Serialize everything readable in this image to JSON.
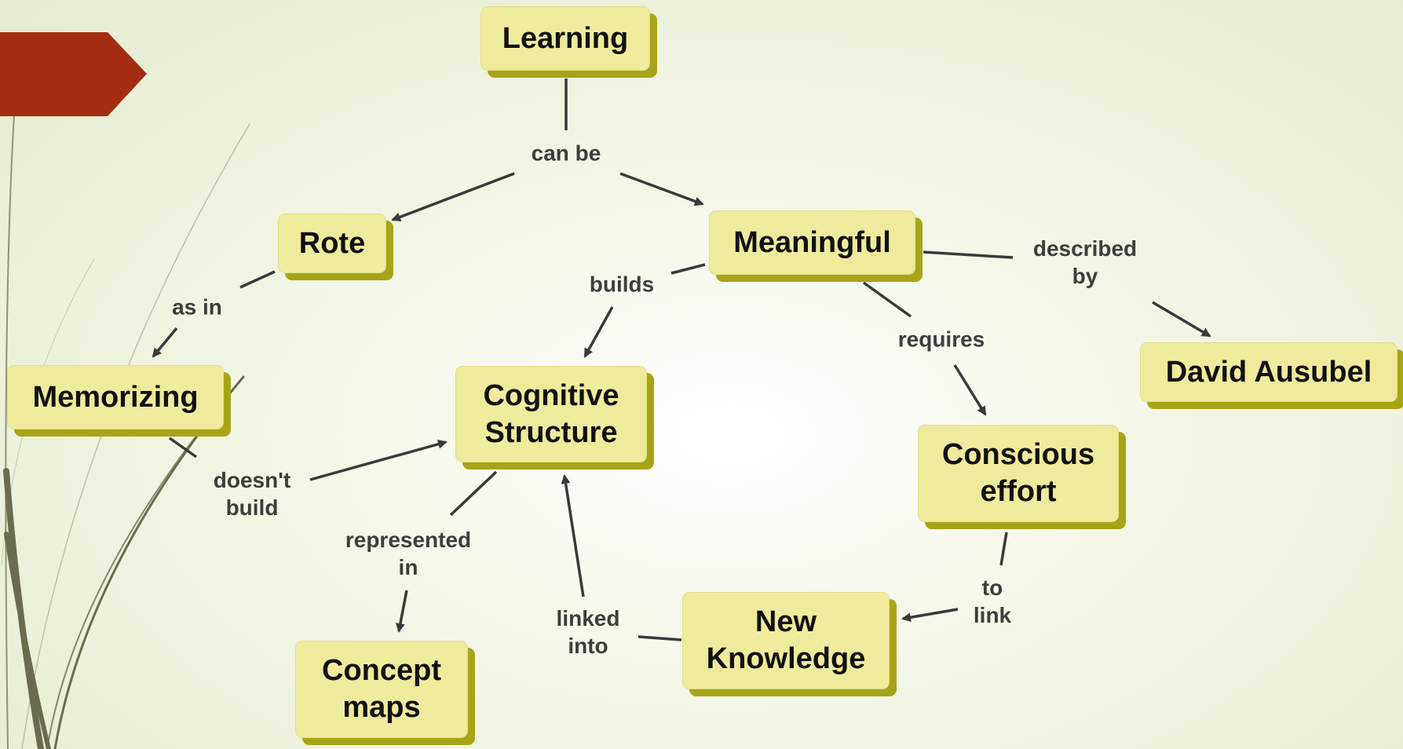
{
  "colors": {
    "banner": "#a42c10",
    "node_fill": "#eeeb9c",
    "node_shadow": "#a8a418",
    "connector": "#3a3a3a",
    "swoosh": "#6b6b4e"
  },
  "concepts": {
    "learning": "Learning",
    "rote": "Rote",
    "meaningful": "Meaningful",
    "memorizing": "Memorizing",
    "cognitive_structure": "Cognitive\nStructure",
    "david_ausubel": "David Ausubel",
    "conscious_effort": "Conscious\neffort",
    "new_knowledge": "New\nKnowledge",
    "concept_maps": "Concept\nmaps"
  },
  "links": {
    "can_be": "can be",
    "as_in": "as in",
    "builds": "builds",
    "described_by": "described\nby",
    "requires": "requires",
    "doesnt_build": "doesn't\nbuild",
    "represented_in": "represented\nin",
    "linked_into": "linked\ninto",
    "to_link": "to\nlink"
  }
}
